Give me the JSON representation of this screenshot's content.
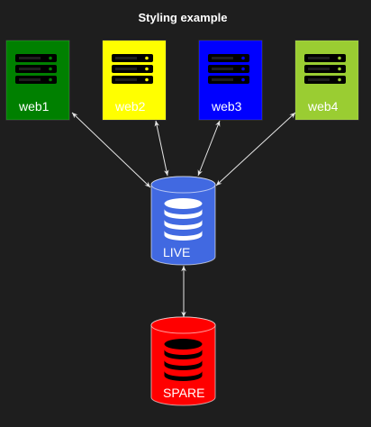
{
  "diagram": {
    "title": "Styling example",
    "servers": [
      {
        "id": "web1",
        "label": "web1",
        "color": "#008000"
      },
      {
        "id": "web2",
        "label": "web2",
        "color": "#ffff00"
      },
      {
        "id": "web3",
        "label": "web3",
        "color": "#0000ff"
      },
      {
        "id": "web4",
        "label": "web4",
        "color": "#9acd32"
      }
    ],
    "databases": [
      {
        "id": "live",
        "label": "LIVE",
        "color": "#4169e1",
        "icon_color": "#ffffff"
      },
      {
        "id": "spare",
        "label": "SPARE",
        "color": "#ff0000",
        "icon_color": "#000000"
      }
    ],
    "server_icon": "server-rack-icon",
    "database_icon": "database-stack-icon",
    "edges": [
      {
        "from": "web1",
        "to": "live",
        "style": "bidirectional-arrow"
      },
      {
        "from": "web2",
        "to": "live",
        "style": "bidirectional-arrow"
      },
      {
        "from": "web3",
        "to": "live",
        "style": "bidirectional-arrow"
      },
      {
        "from": "web4",
        "to": "live",
        "style": "bidirectional-arrow"
      },
      {
        "from": "live",
        "to": "spare",
        "style": "bidirectional-arrow"
      }
    ],
    "edge_color": "#e6e6e6",
    "background": "#1e1e1e"
  }
}
